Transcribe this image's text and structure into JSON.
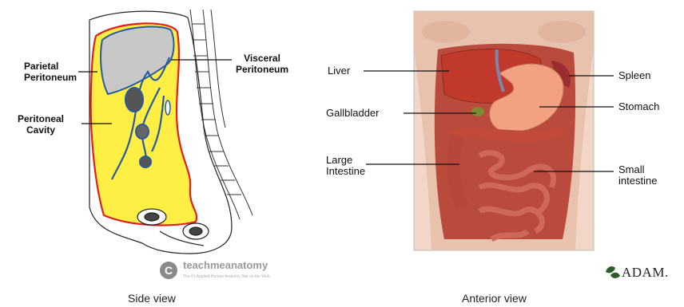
{
  "side_view": {
    "caption": "Side view",
    "labels": {
      "parietal_line1": "Parietal",
      "parietal_line2": "Peritoneum",
      "visceral_line1": "Visceral",
      "visceral_line2": "Peritoneum",
      "cavity_line1": "Peritoneal",
      "cavity_line2": "Cavity"
    },
    "watermark": {
      "title": "teachmeanatomy",
      "subtitle": "The #1 Applied Human Anatomy Site on the Web."
    },
    "colors": {
      "cavity": "#ffee44",
      "parietal": "#e02020",
      "visceral": "#2a5aa0"
    }
  },
  "anterior_view": {
    "caption": "Anterior view",
    "labels": {
      "liver": "Liver",
      "gallbladder": "Gallbladder",
      "large_line1": "Large",
      "large_line2": "Intestine",
      "spleen": "Spleen",
      "stomach": "Stomach",
      "small_line1": "Small",
      "small_line2": "intestine"
    },
    "logo": "ADAM."
  }
}
